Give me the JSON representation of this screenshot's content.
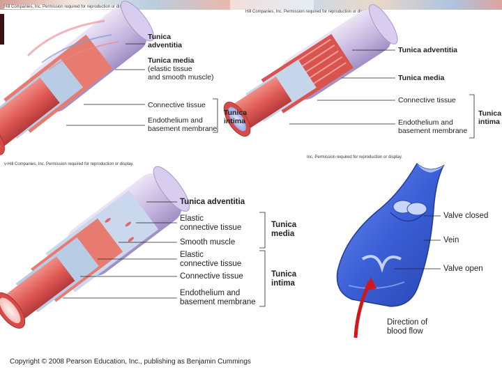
{
  "credits": {
    "top_left": "Hill Companies, Inc. Permission required for reproduction or display.",
    "top_right": "Hill Companies, Inc. Permission required for reproduction or display.",
    "middle_left": "v-Hill Companies, Inc. Permission required for reproduction or display.",
    "middle_right": "Inc. Permission required for reproduction or display."
  },
  "panel_artery": {
    "tunica_adventitia": [
      "Tunica",
      "adventitia"
    ],
    "tunica_media": [
      "Tunica media"
    ],
    "tunica_media_note": [
      "(elastic tissue",
      "and smooth muscle)"
    ],
    "connective_tissue": "Connective tissue",
    "endothelium": [
      "Endothelium and",
      "basement membrane"
    ],
    "tunica_intima": [
      "Tunica",
      "intima"
    ]
  },
  "panel_vein": {
    "tunica_adventitia": "Tunica adventitia",
    "tunica_media": "Tunica media",
    "connective_tissue": "Connective tissue",
    "endothelium": [
      "Endothelium and",
      "basement membrane"
    ],
    "tunica_intima": [
      "Tunica",
      "intima"
    ]
  },
  "panel_large_artery": {
    "tunica_adventitia": "Tunica adventitia",
    "elastic_1": [
      "Elastic",
      "connective tissue"
    ],
    "smooth_muscle": "Smooth muscle",
    "elastic_2": [
      "Elastic",
      "connective tissue"
    ],
    "connective_tissue": "Connective tissue",
    "endothelium": [
      "Endothelium and",
      "basement membrane"
    ],
    "tunica_media": [
      "Tunica",
      "media"
    ],
    "tunica_intima": [
      "Tunica",
      "intima"
    ]
  },
  "panel_valve": {
    "valve_closed": "Valve closed",
    "vein": "Vein",
    "valve_open": "Valve open",
    "direction": [
      "Direction of",
      "blood flow"
    ]
  },
  "copyright": "Copyright © 2008 Pearson Education, Inc., publishing as Benjamin Cummings",
  "colors": {
    "artery_red": "#e06060",
    "lumen_pink": "#f7d6d2",
    "adventitia_lavender": "#c9b9e0",
    "elastic_blue": "#9fb6d8",
    "vein_blue": "#3d63d8",
    "arrow_red": "#d01818"
  }
}
